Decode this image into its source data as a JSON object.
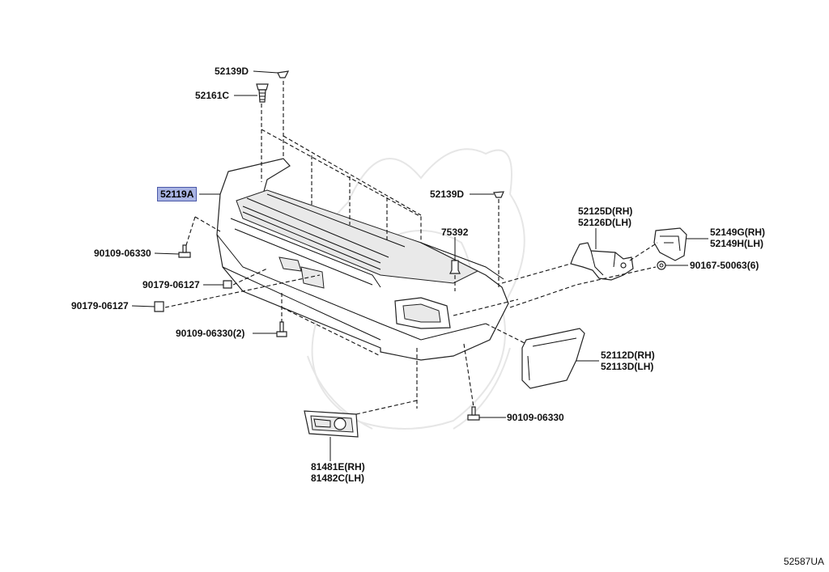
{
  "labels": {
    "p52139d_top": "52139D",
    "p52161c": "52161C",
    "p52119a": "52119A",
    "p52139d_mid": "52139D",
    "p75392": "75392",
    "p52125d": "52125D(RH)",
    "p52126d": "52126D(LH)",
    "p52149g": "52149G(RH)",
    "p52149h": "52149H(LH)",
    "p90167": "90167-50063(6)",
    "p90109_left": "90109-06330",
    "p90179_a": "90179-06127",
    "p90179_b": "90179-06127",
    "p90109_bottom": "90109-06330(2)",
    "p52112d": "52112D(RH)",
    "p52113d": "52113D(LH)",
    "p90109_right": "90109-06330",
    "p81481e": "81481E(RH)",
    "p81482c": "81482C(LH)"
  },
  "illustration_code": "52587UA",
  "highlight_color": "#a9b4e3"
}
